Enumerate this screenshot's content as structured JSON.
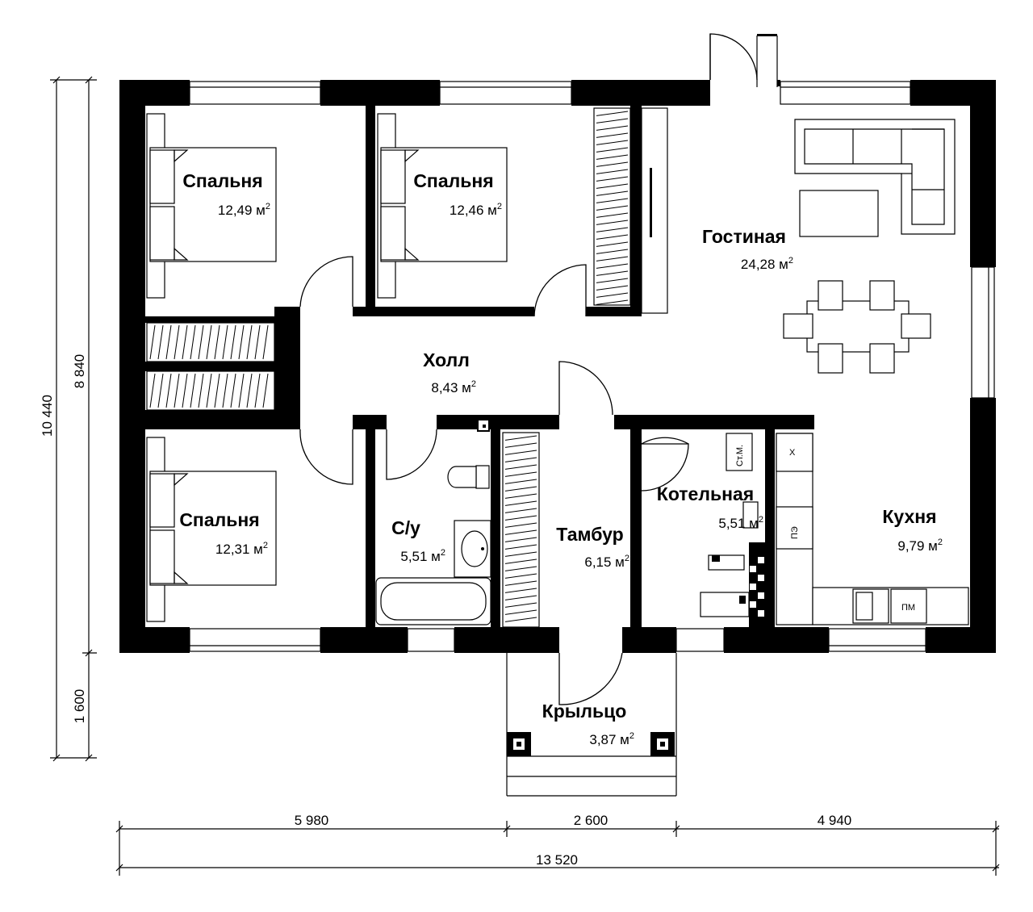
{
  "rooms": [
    {
      "id": "bedroom-1",
      "name": "Спальня",
      "area": "12,49 м",
      "unit_sup": "2"
    },
    {
      "id": "bedroom-2",
      "name": "Спальня",
      "area": "12,46 м",
      "unit_sup": "2"
    },
    {
      "id": "living",
      "name": "Гостиная",
      "area": "24,28 м",
      "unit_sup": "2"
    },
    {
      "id": "hall",
      "name": "Холл",
      "area": "8,43 м",
      "unit_sup": "2"
    },
    {
      "id": "bedroom-3",
      "name": "Спальня",
      "area": "12,31 м",
      "unit_sup": "2"
    },
    {
      "id": "bathroom",
      "name": "С/у",
      "area": "5,51 м",
      "unit_sup": "2"
    },
    {
      "id": "vestibule",
      "name": "Тамбур",
      "area": "6,15 м",
      "unit_sup": "2"
    },
    {
      "id": "boiler",
      "name": "Котельная",
      "area": "5,51 м",
      "unit_sup": "2"
    },
    {
      "id": "kitchen",
      "name": "Кухня",
      "area": "9,79 м",
      "unit_sup": "2"
    },
    {
      "id": "porch",
      "name": "Крыльцо",
      "area": "3,87 м",
      "unit_sup": "2"
    }
  ],
  "appliances": {
    "washer": "Ст.М.",
    "fridge": "Х",
    "stove": "ПЭ",
    "dishwasher": "ПМ"
  },
  "dimensions": {
    "horizontal": [
      "5 980",
      "2 600",
      "4 940"
    ],
    "total_width": "13 520",
    "vertical_total": "10 440",
    "vertical_house": "8 840",
    "vertical_porch": "1 600"
  }
}
